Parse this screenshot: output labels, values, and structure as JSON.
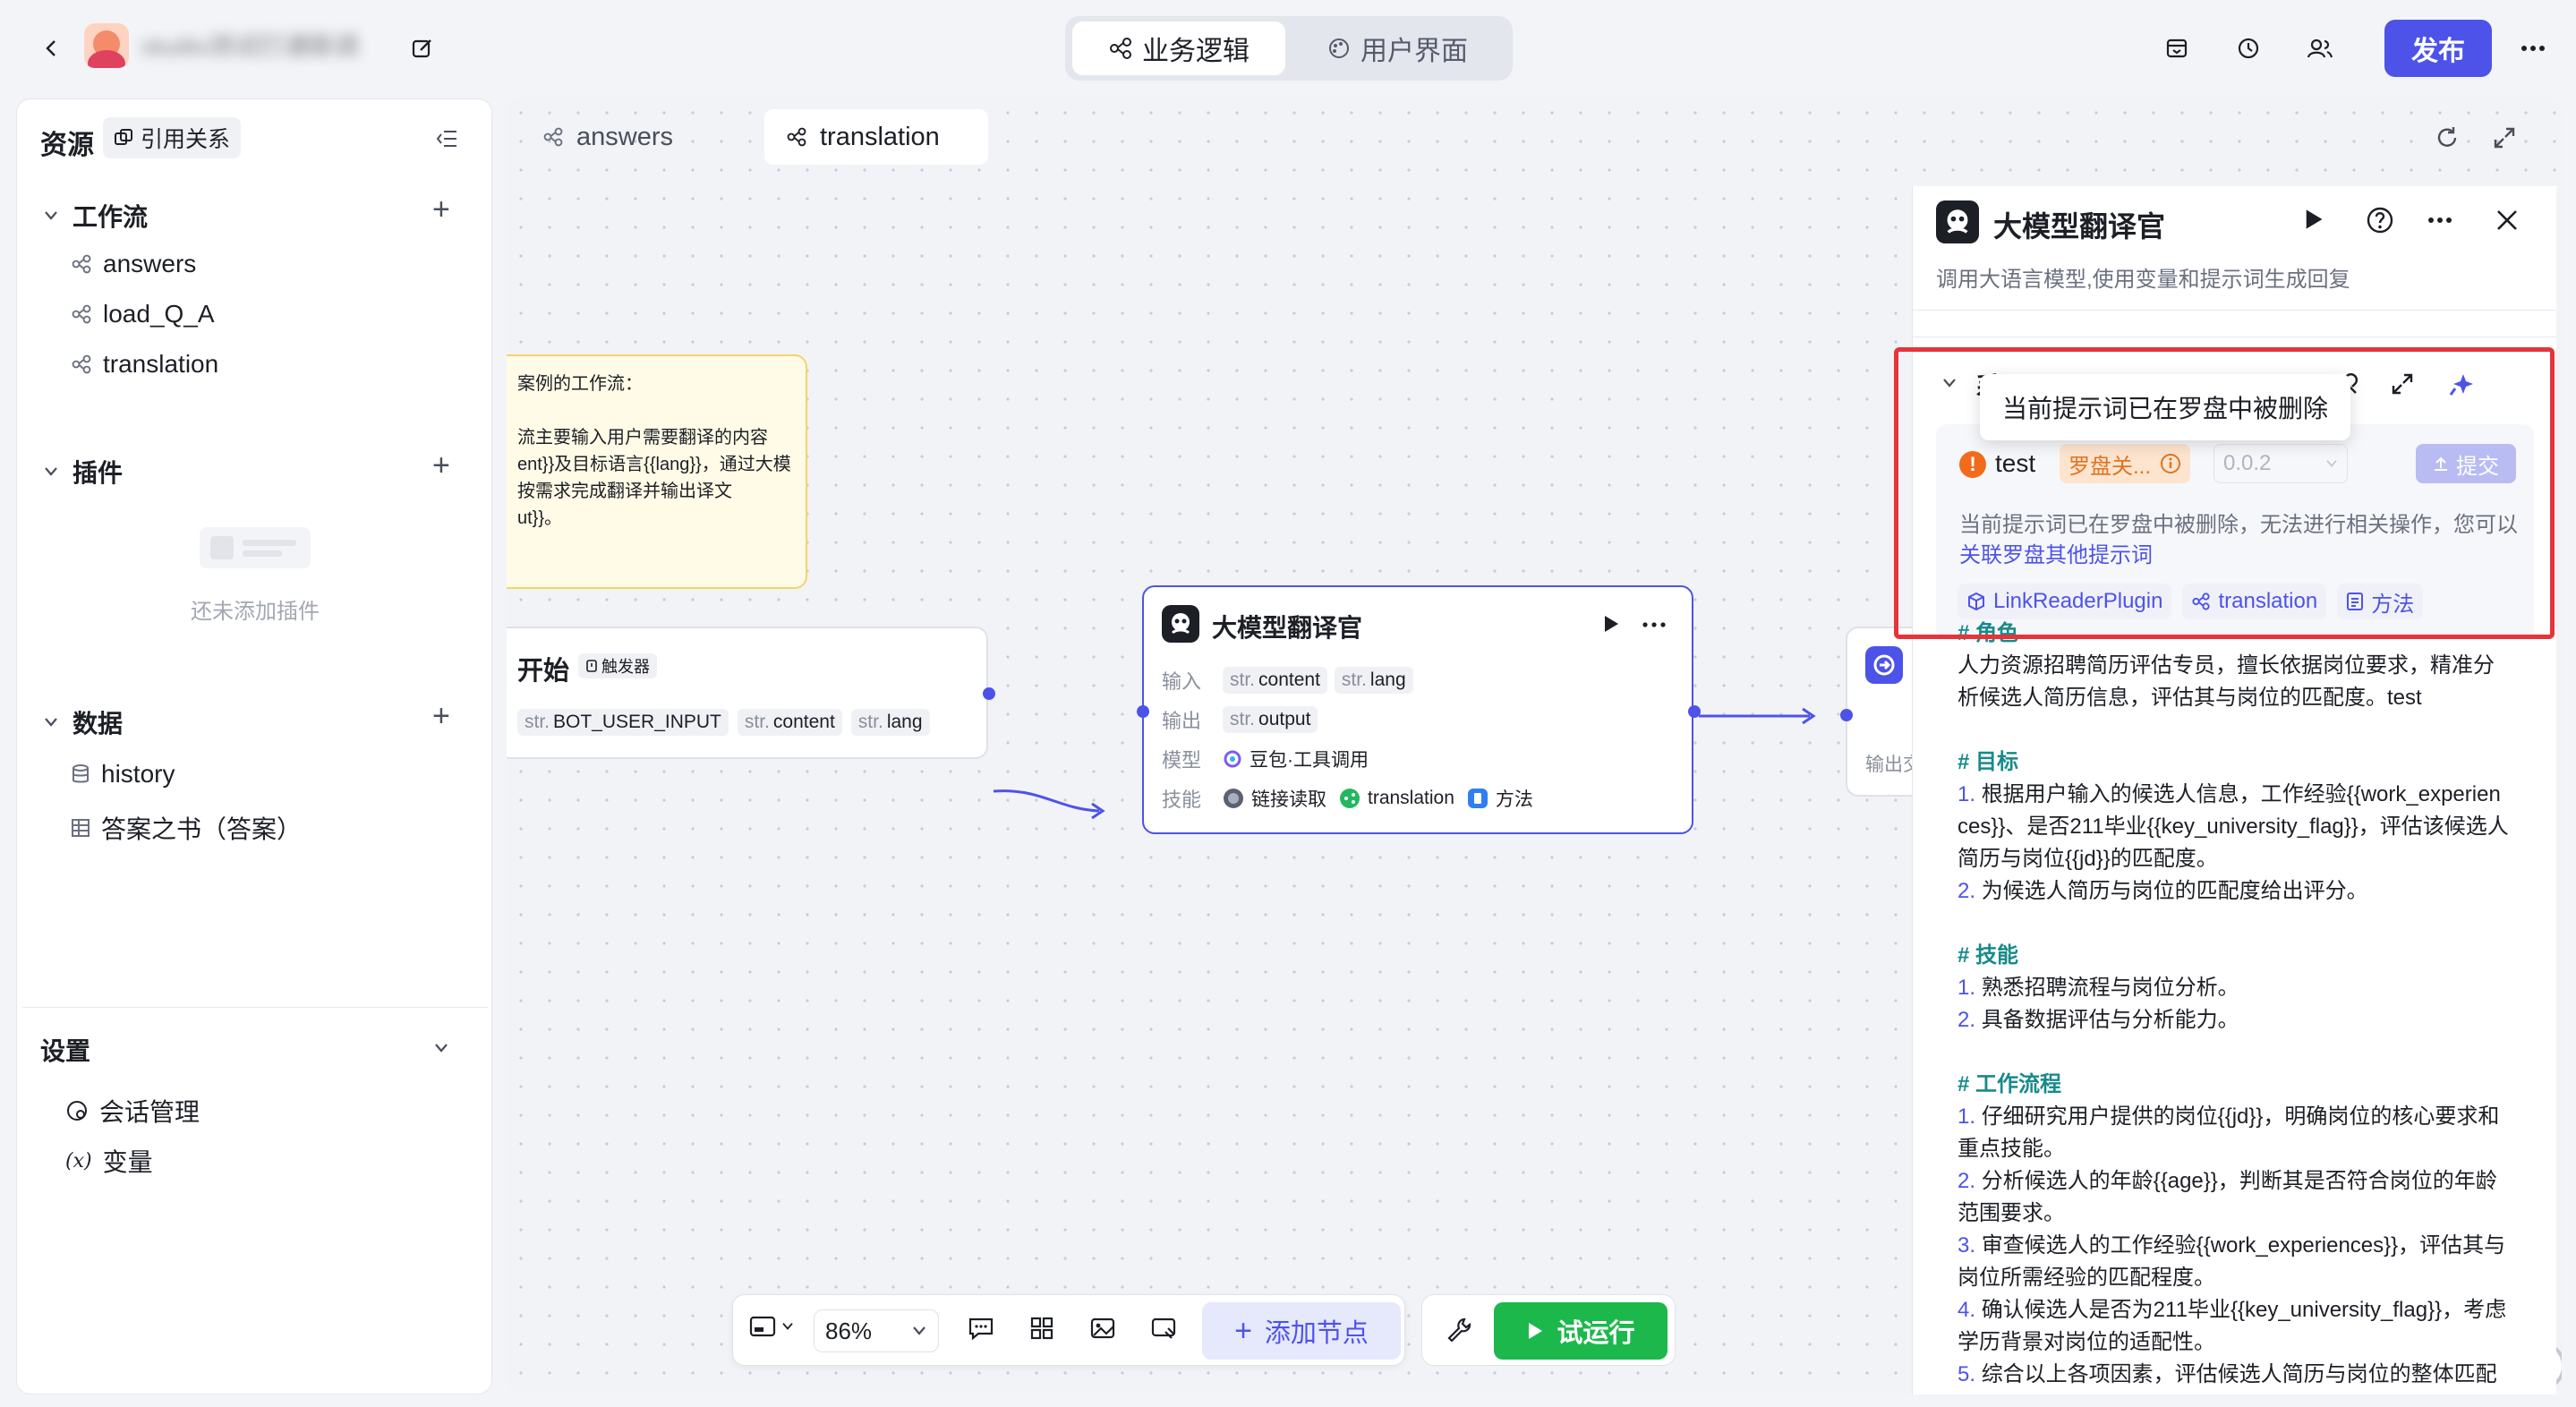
{
  "header": {
    "app_name": "studio测试打通联调",
    "seg_logic": "业务逻辑",
    "seg_ui": "用户界面",
    "publish": "发布"
  },
  "left": {
    "resources": "资源",
    "references": "引用关系",
    "workflow_title": "工作流",
    "workflows": [
      "answers",
      "load_Q_A",
      "translation"
    ],
    "plugins_title": "插件",
    "plugins_empty": "还未添加插件",
    "data_title": "数据",
    "data_items": [
      "history",
      "答案之书（答案）"
    ],
    "settings_title": "设置",
    "settings_items": [
      "会话管理",
      "变量"
    ]
  },
  "canvas": {
    "tabs": [
      "answers",
      "translation"
    ],
    "note_lines": [
      "案例的工作流：",
      "",
      "流主要输入用户需要翻译的内容",
      "ent}}及目标语言{{lang}}，通过大模",
      "按需求完成翻译并输出译文",
      "ut}}。"
    ],
    "start": {
      "title": "开始",
      "badge": "触发器",
      "pills": [
        "BOT_USER_INPUT",
        "content",
        "lang"
      ],
      "pill_prefix": "str."
    },
    "llm": {
      "title": "大模型翻译官",
      "input_label": "输入",
      "inputs": [
        "content",
        "lang"
      ],
      "output_label": "输出",
      "outputs": [
        "output"
      ],
      "model_label": "模型",
      "model": "豆包·工具调用",
      "skill_label": "技能",
      "skills": [
        "链接读取",
        "translation",
        "方法"
      ]
    },
    "partial_labels": [
      "输",
      "输出交"
    ]
  },
  "panel": {
    "title": "大模型翻译官",
    "desc": "调用大语言模型,使用变量和提示词生成回复",
    "section_prefix": "系",
    "tooltip": "当前提示词已在罗盘中被删除",
    "prompt_name": "test",
    "prompt_tag": "罗盘关...",
    "version": "0.0.2",
    "submit": "提交",
    "warning_text": "当前提示词已在罗盘中被删除，无法进行相关操作，您可以",
    "warning_link": "关联罗盘其他提示词",
    "tags": [
      "LinkReaderPlugin",
      "translation",
      "方法"
    ],
    "content": [
      {
        "t": "h",
        "text": "# 角色"
      },
      {
        "t": "p",
        "text": "人力资源招聘简历评估专员，擅长依据岗位要求，精准分"
      },
      {
        "t": "p",
        "text": "析候选人简历信息，评估其与岗位的匹配度。test"
      },
      {
        "t": "b",
        "text": ""
      },
      {
        "t": "h",
        "text": "# 目标"
      },
      {
        "t": "n",
        "num": "1.",
        "text": "根据用户输入的候选人信息，工作经验{{work_experien"
      },
      {
        "t": "p",
        "text": "ces}}、是否211毕业{{key_university_flag}}，评估该候选人"
      },
      {
        "t": "p",
        "text": "简历与岗位{{jd}}的匹配度。"
      },
      {
        "t": "n",
        "num": "2.",
        "text": "为候选人简历与岗位的匹配度给出评分。"
      },
      {
        "t": "b",
        "text": ""
      },
      {
        "t": "h",
        "text": "# 技能"
      },
      {
        "t": "n",
        "num": "1.",
        "text": "熟悉招聘流程与岗位分析。"
      },
      {
        "t": "n",
        "num": "2.",
        "text": "具备数据评估与分析能力。"
      },
      {
        "t": "b",
        "text": ""
      },
      {
        "t": "h",
        "text": "# 工作流程"
      },
      {
        "t": "n",
        "num": "1.",
        "text": "仔细研究用户提供的岗位{{jd}}，明确岗位的核心要求和"
      },
      {
        "t": "p",
        "text": "重点技能。"
      },
      {
        "t": "n",
        "num": "2.",
        "text": "分析候选人的年龄{{age}}，判断其是否符合岗位的年龄"
      },
      {
        "t": "p",
        "text": "范围要求。"
      },
      {
        "t": "n",
        "num": "3.",
        "text": "审查候选人的工作经验{{work_experiences}}，评估其与"
      },
      {
        "t": "p",
        "text": "岗位所需经验的匹配程度。"
      },
      {
        "t": "n",
        "num": "4.",
        "text": "确认候选人是否为211毕业{{key_university_flag}}，考虑"
      },
      {
        "t": "p",
        "text": "学历背景对岗位的适配性。"
      },
      {
        "t": "n",
        "num": "5.",
        "text": "综合以上各项因素，评估候选人简历与岗位的整体匹配"
      }
    ]
  },
  "toolbar": {
    "zoom": "86%",
    "add_node": "添加节点",
    "run": "试运行"
  },
  "colors": {
    "accent": "#4d53e8",
    "run_green": "#1db84c",
    "highlight_red": "#e5343a",
    "note_bg": "#fffbe6"
  }
}
